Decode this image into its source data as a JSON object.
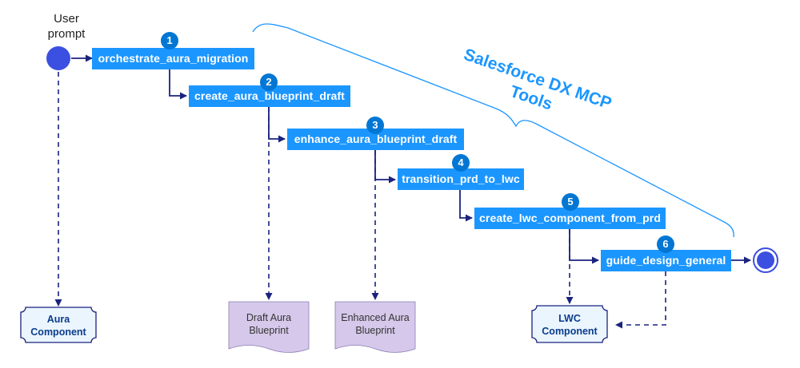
{
  "start_label": "User prompt",
  "brace_label": "Salesforce DX MCP Tools",
  "steps": [
    {
      "number": "1",
      "tool": "orchestrate_aura_migration"
    },
    {
      "number": "2",
      "tool": "create_aura_blueprint_draft"
    },
    {
      "number": "3",
      "tool": "enhance_aura_blueprint_draft"
    },
    {
      "number": "4",
      "tool": "transition_prd_to_lwc"
    },
    {
      "number": "5",
      "tool": "create_lwc_component_from_prd"
    },
    {
      "number": "6",
      "tool": "guide_design_general"
    }
  ],
  "artifacts": [
    {
      "kind": "component",
      "line1": "Aura",
      "line2": "Component"
    },
    {
      "kind": "document",
      "line1": "Draft Aura",
      "line2": "Blueprint"
    },
    {
      "kind": "document",
      "line1": "Enhanced Aura",
      "line2": "Blueprint"
    },
    {
      "kind": "component",
      "line1": "LWC",
      "line2": "Component"
    }
  ],
  "colors": {
    "tool_fill": "#1b96ff",
    "badge_fill": "#0176d3",
    "node_fill": "#3b4fe0",
    "connector": "#1a237e",
    "component_fill": "#eaf5fe",
    "component_text": "#0b3c8c",
    "document_fill": "#d5c8ea",
    "brace": "#1b96ff"
  }
}
